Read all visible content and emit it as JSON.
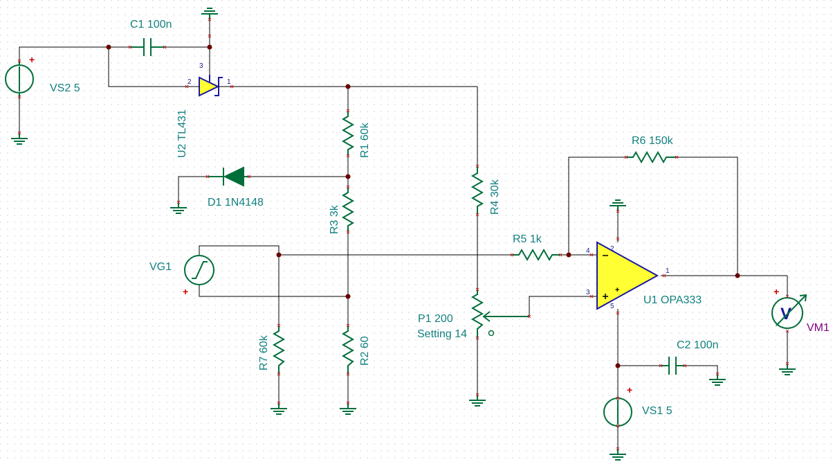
{
  "components": {
    "vs2": {
      "name": "VS2",
      "value": "5",
      "label": "VS2 5"
    },
    "c1": {
      "name": "C1",
      "value": "100n",
      "label": "C1 100n"
    },
    "u2": {
      "name": "U2",
      "value": "TL431",
      "label": "U2 TL431",
      "pins": [
        "3",
        "2",
        "1"
      ]
    },
    "r1": {
      "name": "R1",
      "value": "60k",
      "label": "R1 60k"
    },
    "d1": {
      "name": "D1",
      "value": "1N4148",
      "label": "D1 1N4148"
    },
    "r3": {
      "name": "R3",
      "value": "3k",
      "label": "R3 3k"
    },
    "vg1": {
      "name": "VG1",
      "label": "VG1"
    },
    "r7": {
      "name": "R7",
      "value": "60k",
      "label": "R7 60k"
    },
    "r2": {
      "name": "R2",
      "value": "60",
      "label": "R2 60"
    },
    "r4": {
      "name": "R4",
      "value": "30k",
      "label": "R4 30k"
    },
    "r5": {
      "name": "R5",
      "value": "1k",
      "label": "R5 1k"
    },
    "p1": {
      "name": "P1",
      "value": "200",
      "label": "P1 200",
      "setting_label": "Setting 14"
    },
    "r6": {
      "name": "R6",
      "value": "150k",
      "label": "R6 150k"
    },
    "u1": {
      "name": "U1",
      "value": "OPA333",
      "label": "U1 OPA333",
      "pins": [
        "4",
        "2",
        "1",
        "3",
        "5"
      ]
    },
    "c2": {
      "name": "C2",
      "value": "100n",
      "label": "C2 100n"
    },
    "vs1": {
      "name": "VS1",
      "value": "5",
      "label": "VS1 5"
    },
    "vm1": {
      "name": "VM1",
      "label": "VM1",
      "symbol": "V"
    }
  },
  "symbols": {
    "plus": "+",
    "minus": "−"
  },
  "colors": {
    "wire": "#000000",
    "component": "#006e3a",
    "label": "#11807f",
    "ic_fill": "#ffff33",
    "ic_outline": "#1a1aa0",
    "junction": "#6b0000",
    "meter_label": "#800080",
    "grid_dot": "#c8c8c8"
  }
}
